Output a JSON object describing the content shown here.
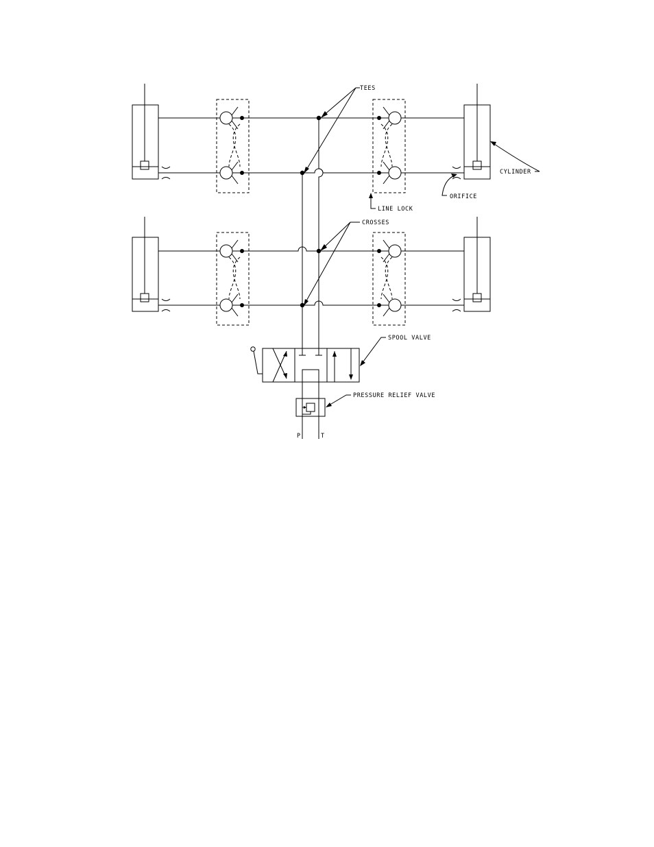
{
  "labels": {
    "tees": "TEES",
    "cylinder": "CYLINDER",
    "orifice": "ORIFICE",
    "line_lock": "LINE LOCK",
    "crosses": "CROSSES",
    "spool_valve": "SPOOL VALVE",
    "pressure_relief_valve": "PRESSURE RELIEF VALVE",
    "port_p": "P",
    "port_t": "T"
  }
}
